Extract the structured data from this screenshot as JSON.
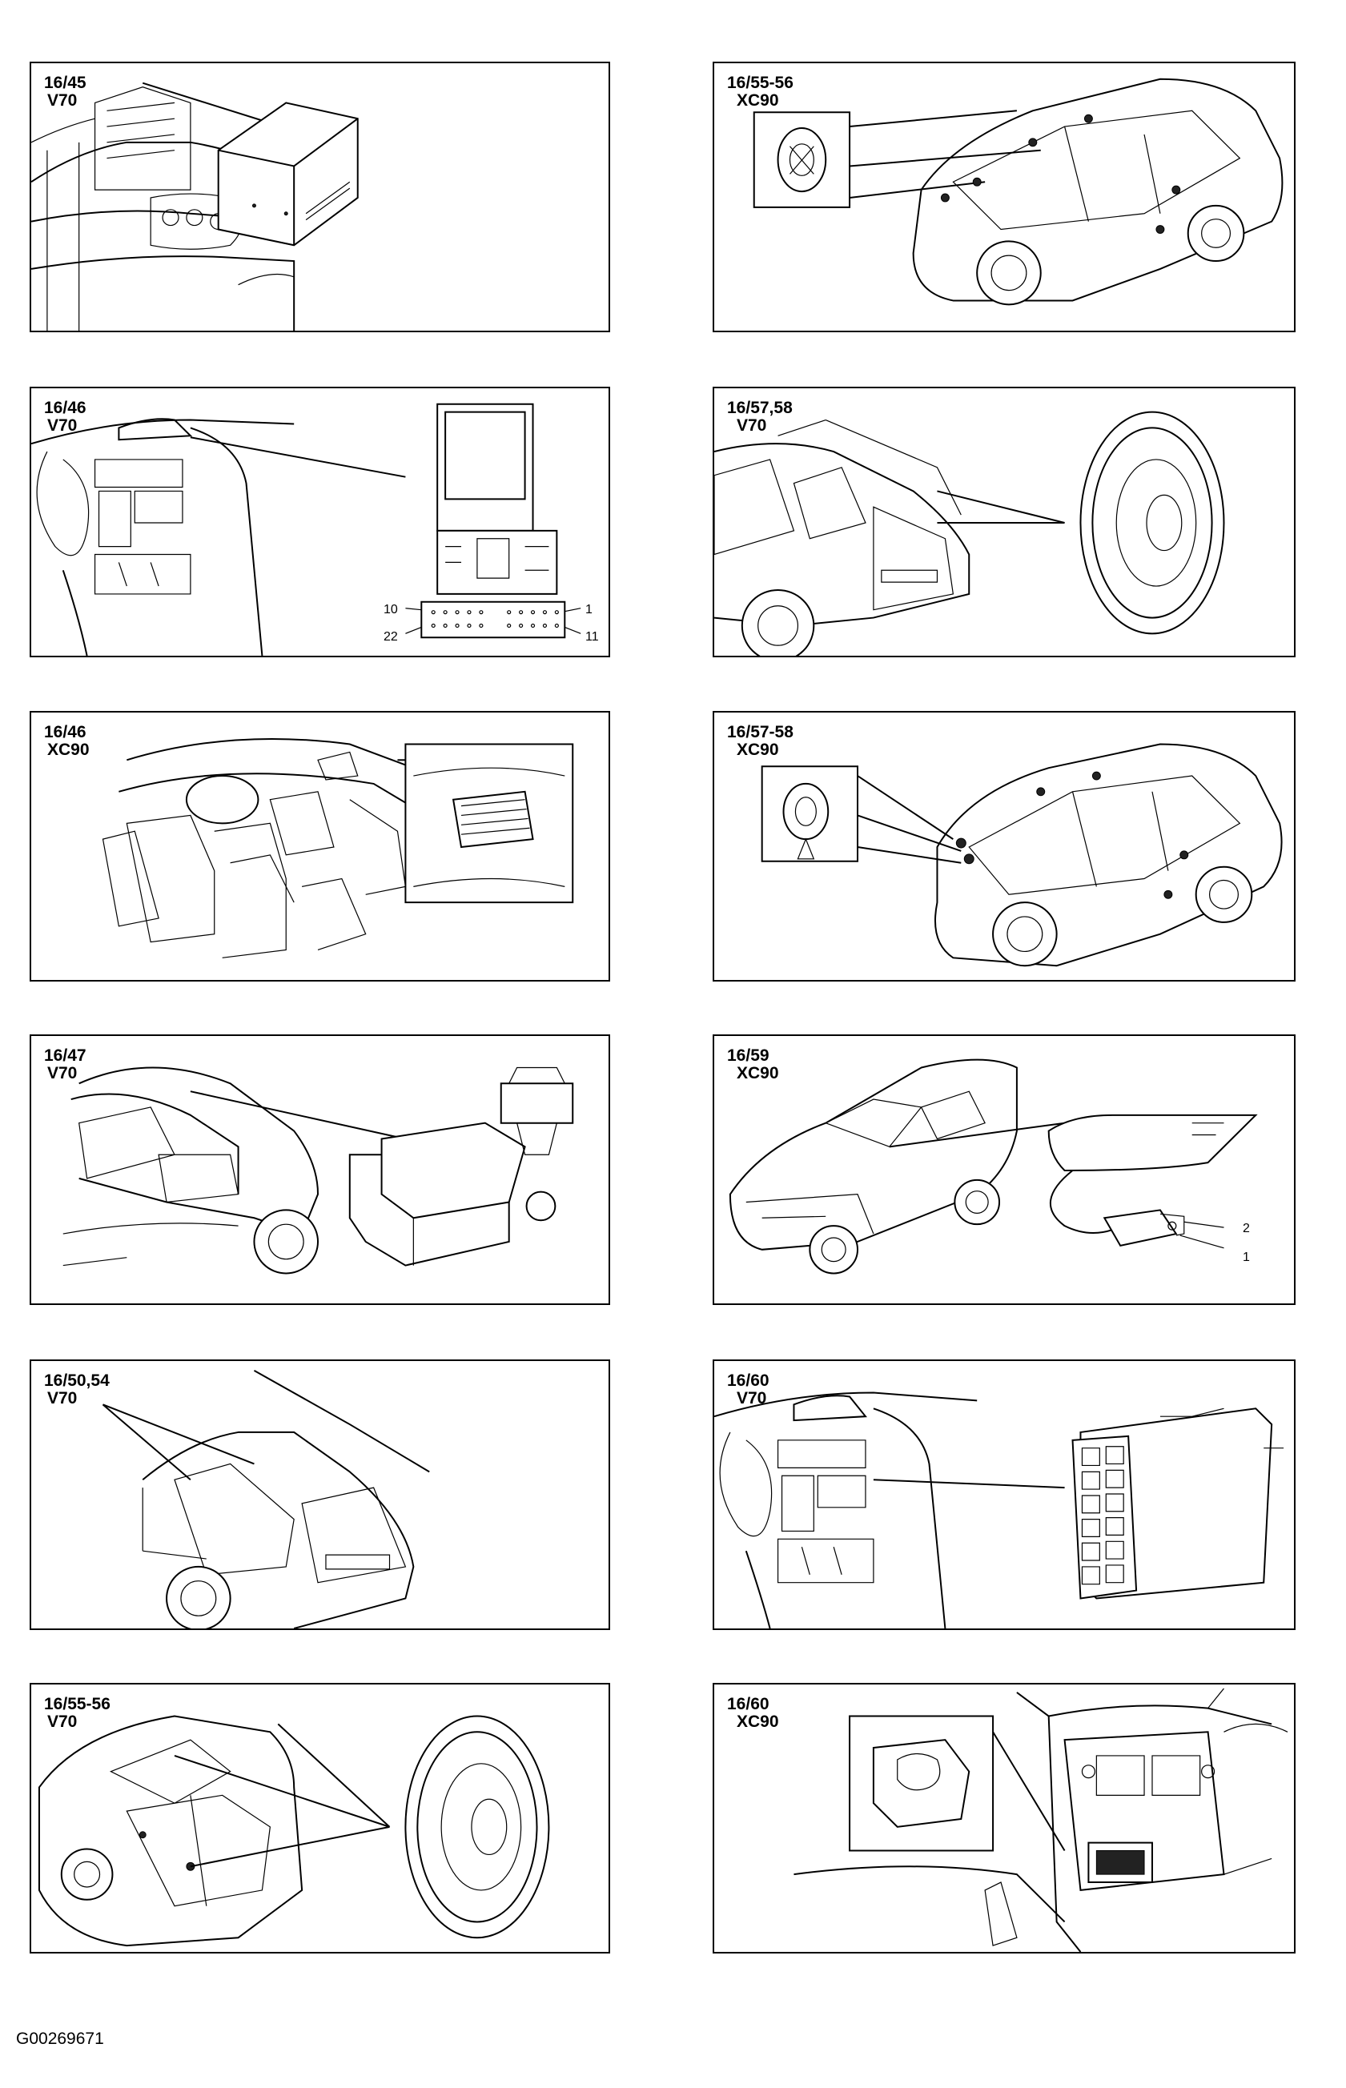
{
  "panels": [
    {
      "ref": "16/45",
      "model": "V70"
    },
    {
      "ref": "16/55-56",
      "model": "XC90"
    },
    {
      "ref": "16/46",
      "model": "V70"
    },
    {
      "ref": "16/57,58",
      "model": "V70"
    },
    {
      "ref": "16/46",
      "model": "XC90"
    },
    {
      "ref": "16/57-58",
      "model": "XC90"
    },
    {
      "ref": "16/47",
      "model": "V70"
    },
    {
      "ref": "16/59",
      "model": "XC90"
    },
    {
      "ref": "16/50,54",
      "model": "V70"
    },
    {
      "ref": "16/60",
      "model": "V70"
    },
    {
      "ref": "16/55-56",
      "model": "V70"
    },
    {
      "ref": "16/60",
      "model": "XC90"
    }
  ],
  "connector_pins": {
    "p10": "10",
    "p1": "1",
    "p22": "22",
    "p11": "11"
  },
  "module_pins": {
    "p2": "2",
    "p1": "1"
  },
  "figure_code": "G00269671"
}
